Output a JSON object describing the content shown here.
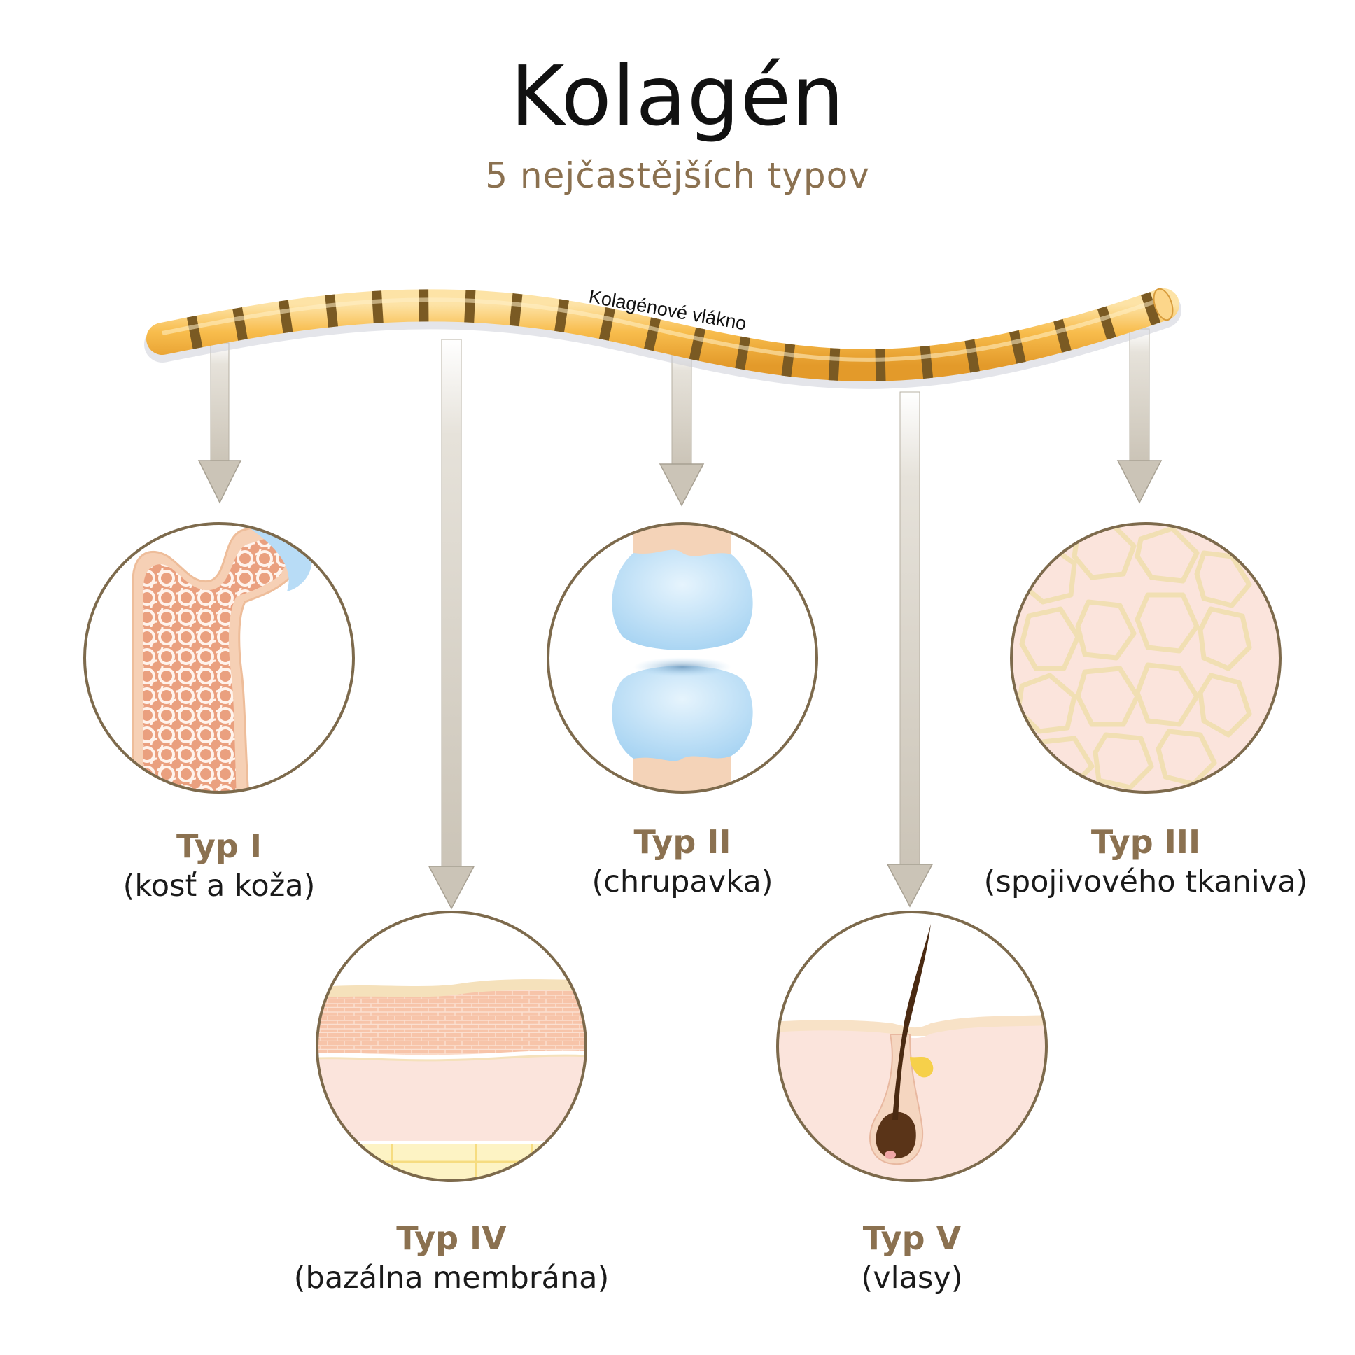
{
  "header": {
    "title": "Kolagén",
    "subtitle": "5 nejčastějších typov"
  },
  "fiber": {
    "label": "Kolagénové vlákno"
  },
  "types": [
    {
      "name": "Typ I",
      "desc": "(kosť a koža)",
      "illustration": "bone-icon"
    },
    {
      "name": "Typ II",
      "desc": "(chrupavka)",
      "illustration": "cartilage-joint-icon"
    },
    {
      "name": "Typ III",
      "desc": "(spojivového tkaniva)",
      "illustration": "connective-tissue-icon"
    },
    {
      "name": "Typ IV",
      "desc": "(bazálna membrána)",
      "illustration": "basement-membrane-icon"
    },
    {
      "name": "Typ V",
      "desc": "(vlasy)",
      "illustration": "hair-follicle-icon"
    }
  ],
  "colors": {
    "accent": "#8b7150",
    "circle_border": "#7d6a4c",
    "arrow": "#cdc7bb",
    "fiber": "#f7b744",
    "fiber_band": "#7a5a23",
    "cartilage": "#aed8f5",
    "skin": "#fbe4dc"
  }
}
